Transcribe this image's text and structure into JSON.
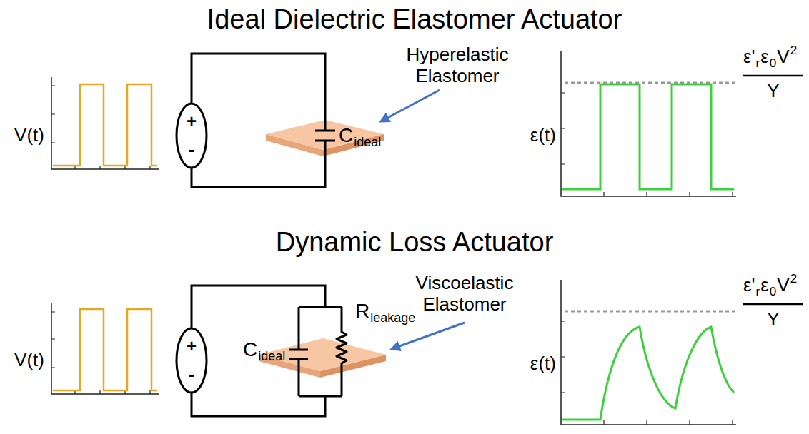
{
  "diagram": {
    "labels": [
      "Ideal Dielectric Elastomer Actuator",
      "V(t)",
      "+",
      "-",
      "Hyperelastic Elastomer",
      "C",
      "ideal",
      "ε(t)",
      "ε'",
      "r",
      "ε",
      "0",
      "V",
      "2",
      "Y",
      "Dynamic Loss Actuator",
      "V(t)",
      "+",
      "-",
      "Viscoelastic Elastomer",
      "C",
      "ideal",
      "R",
      "leakage",
      "ε(t)",
      "ε'",
      "r",
      "ε",
      "0",
      "V",
      "2",
      "Y"
    ]
  }
}
